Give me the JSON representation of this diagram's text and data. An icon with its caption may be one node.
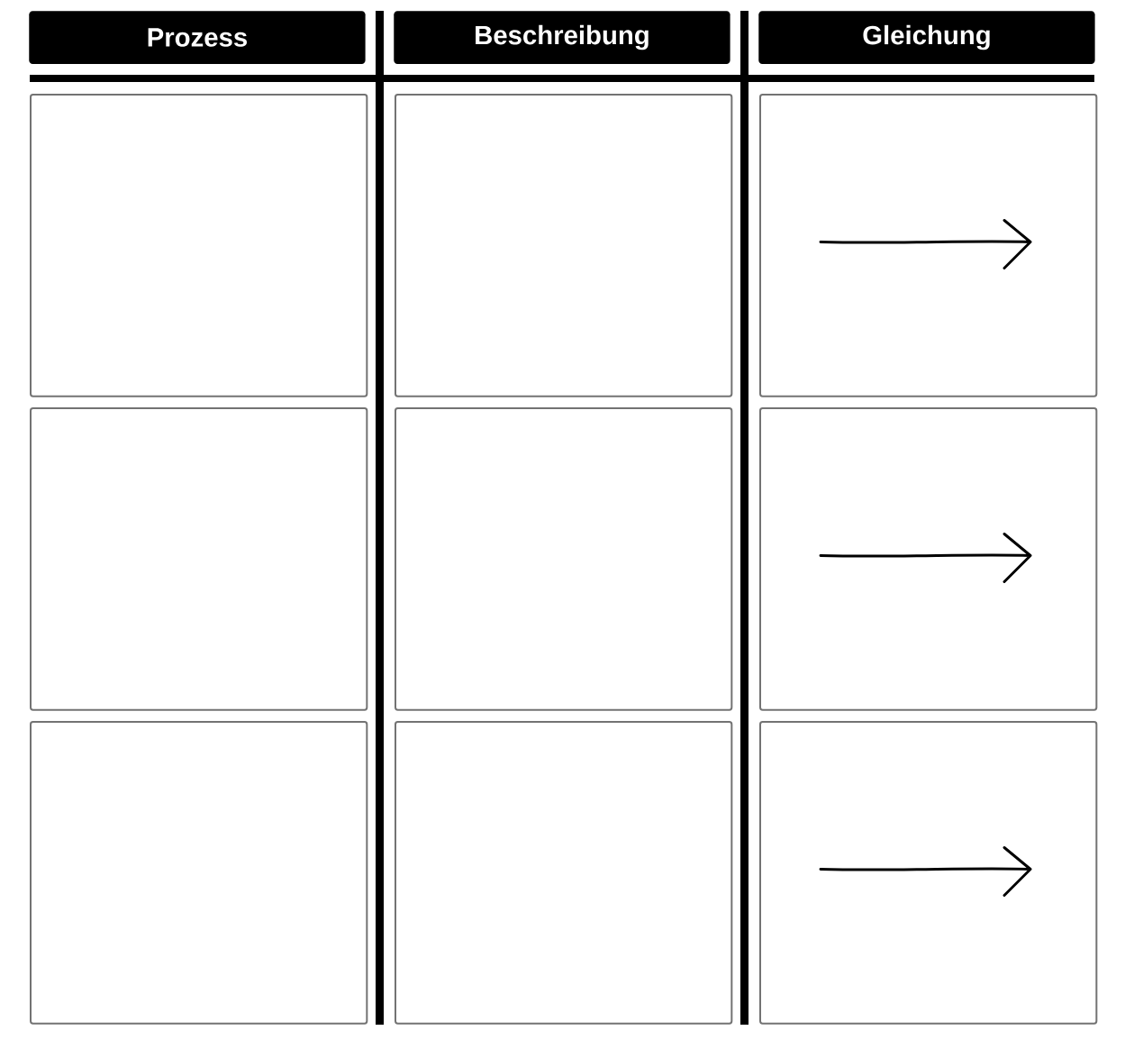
{
  "diagram": {
    "nodes": [
      {
        "text": [
          "Prozess"
        ]
      },
      {
        "text": [
          "Beschreibung"
        ]
      },
      {
        "text": [
          "Gleichung"
        ]
      },
      {
        "text": [],
        "shape": "box"
      },
      {
        "text": [],
        "shape": "box"
      },
      {
        "text": [],
        "shape": "box"
      },
      {
        "text": [],
        "shape": "box"
      },
      {
        "text": [],
        "shape": "box"
      },
      {
        "text": [],
        "shape": "box"
      },
      {
        "text": [],
        "shape": "box"
      },
      {
        "text": [],
        "shape": "box"
      },
      {
        "text": [],
        "shape": "box"
      }
    ]
  }
}
